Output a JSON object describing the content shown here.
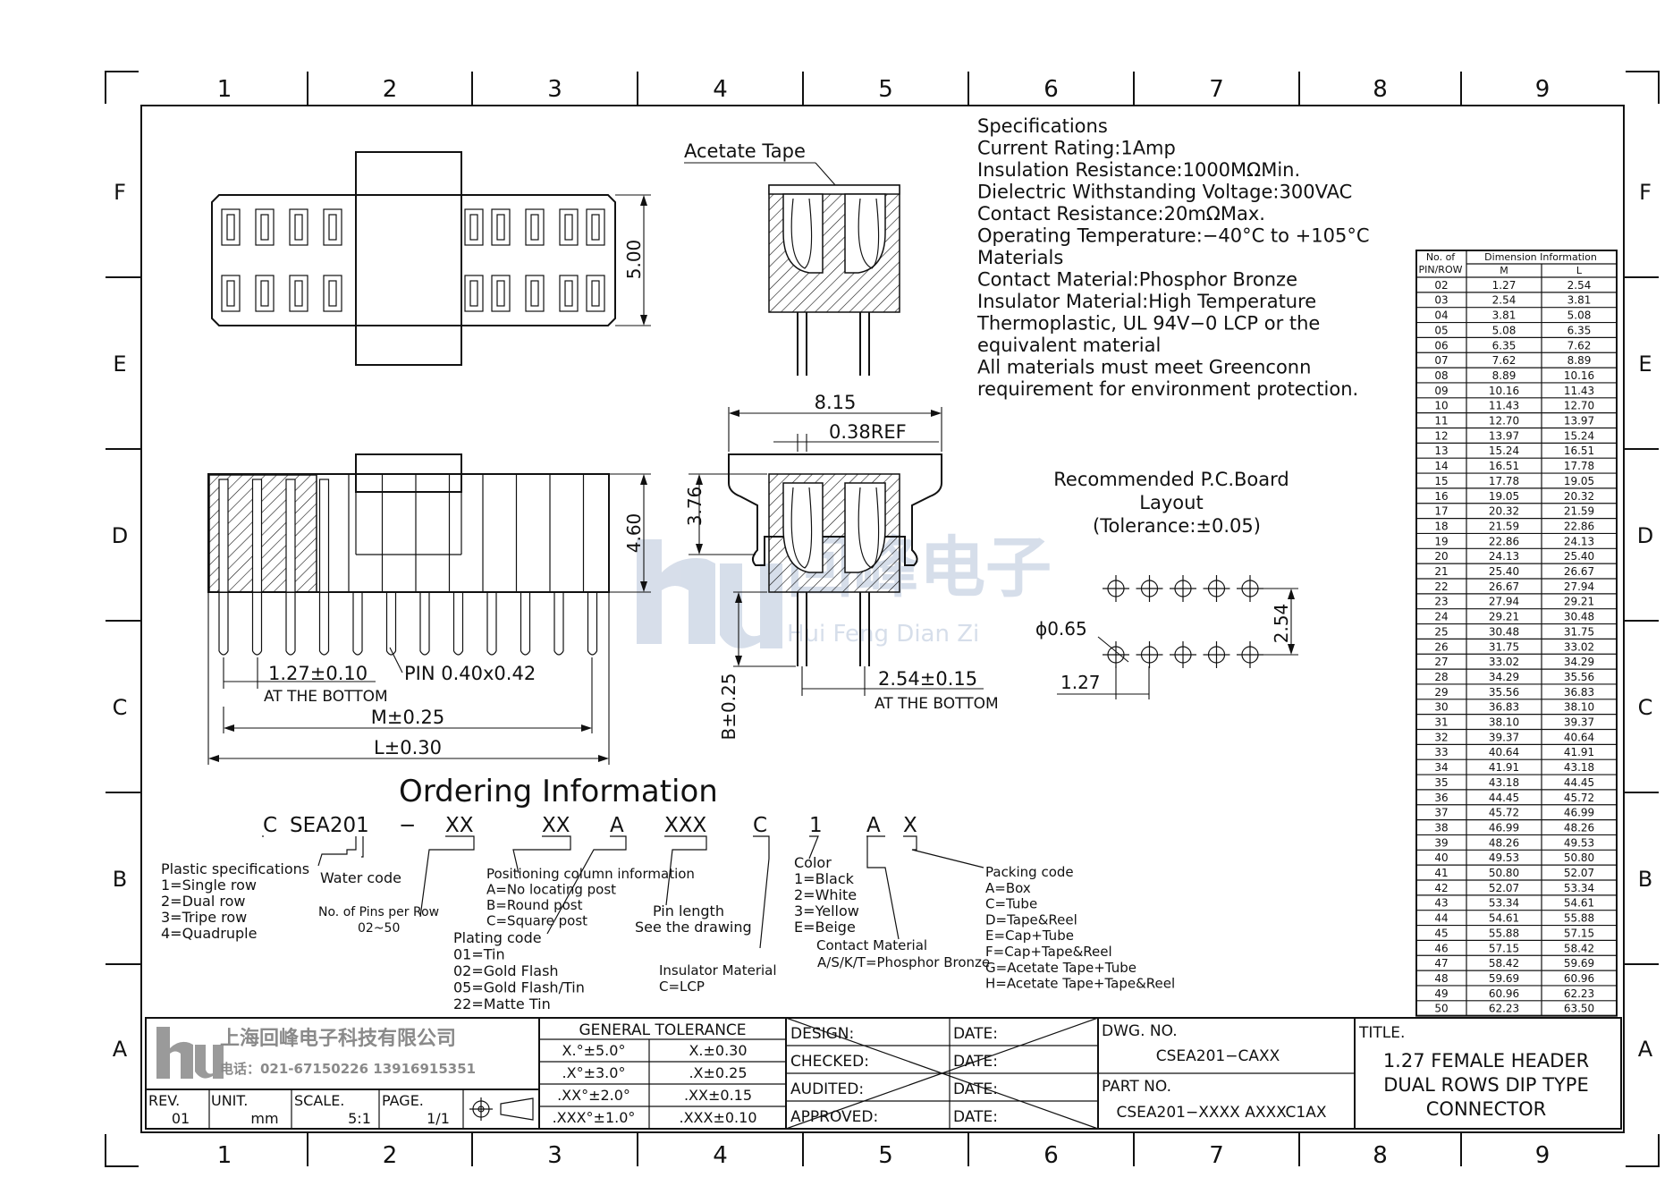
{
  "frame": {
    "columns": [
      "1",
      "2",
      "3",
      "4",
      "5",
      "6",
      "7",
      "8",
      "9"
    ],
    "rows": [
      "F",
      "E",
      "D",
      "C",
      "B",
      "A"
    ]
  },
  "colors": {
    "ink": "#111111",
    "watermark": "#c9d3e3",
    "logo_gray": "#9a9a9a"
  },
  "watermark": {
    "cn": "回峰电子",
    "pinyin": "Hui Feng Dian Zi"
  },
  "labels": {
    "acetate_tape": "Acetate Tape",
    "dim_500": "5.00",
    "dim_460": "4.60",
    "dim_815": "8.15",
    "dim_038": "0.38REF",
    "dim_376": "3.76",
    "dim_b": "B±0.25",
    "dim_254_015": "2.54±0.15",
    "at_bottom_right": "AT THE BOTTOM",
    "dim_127_010": "1.27±0.10",
    "at_bottom_left": "AT THE BOTTOM",
    "pin_size": "PIN 0.40x0.42",
    "dim_m": "M±0.25",
    "dim_l": "L±0.30"
  },
  "specs": [
    "Specifications",
    "Current  Rating:1Amp",
    "Insulation  Resistance:1000MΩMin.",
    "Dielectric  Withstanding  Voltage:300VAC",
    "Contact  Resistance:20mΩMax.",
    "Operating  Temperature:−40°C  to  +105°C",
    "Materials",
    "Contact  Material:Phosphor  Bronze",
    "Insulator  Material:High  Temperature",
    "Thermoplastic,  UL  94V−0  LCP  or  the",
    "equivalent  material",
    "All  materials  must  meet  Greenconn",
    "requirement  for  environment  protection."
  ],
  "pcb": {
    "title1": "Recommended  P.C.Board",
    "title2": "Layout",
    "tolerance": "(Tolerance:±0.05)",
    "hole": "ϕ0.65",
    "pitch_x": "1.27",
    "pitch_y": "2.54"
  },
  "dim_table": {
    "h_col1_a": "No.  of",
    "h_col1_b": "PIN/ROW",
    "h_group": "Dimension  Information",
    "h_m": "M",
    "h_l": "L",
    "rows": [
      [
        "02",
        "1.27",
        "2.54"
      ],
      [
        "03",
        "2.54",
        "3.81"
      ],
      [
        "04",
        "3.81",
        "5.08"
      ],
      [
        "05",
        "5.08",
        "6.35"
      ],
      [
        "06",
        "6.35",
        "7.62"
      ],
      [
        "07",
        "7.62",
        "8.89"
      ],
      [
        "08",
        "8.89",
        "10.16"
      ],
      [
        "09",
        "10.16",
        "11.43"
      ],
      [
        "10",
        "11.43",
        "12.70"
      ],
      [
        "11",
        "12.70",
        "13.97"
      ],
      [
        "12",
        "13.97",
        "15.24"
      ],
      [
        "13",
        "15.24",
        "16.51"
      ],
      [
        "14",
        "16.51",
        "17.78"
      ],
      [
        "15",
        "17.78",
        "19.05"
      ],
      [
        "16",
        "19.05",
        "20.32"
      ],
      [
        "17",
        "20.32",
        "21.59"
      ],
      [
        "18",
        "21.59",
        "22.86"
      ],
      [
        "19",
        "22.86",
        "24.13"
      ],
      [
        "20",
        "24.13",
        "25.40"
      ],
      [
        "21",
        "25.40",
        "26.67"
      ],
      [
        "22",
        "26.67",
        "27.94"
      ],
      [
        "23",
        "27.94",
        "29.21"
      ],
      [
        "24",
        "29.21",
        "30.48"
      ],
      [
        "25",
        "30.48",
        "31.75"
      ],
      [
        "26",
        "31.75",
        "33.02"
      ],
      [
        "27",
        "33.02",
        "34.29"
      ],
      [
        "28",
        "34.29",
        "35.56"
      ],
      [
        "29",
        "35.56",
        "36.83"
      ],
      [
        "30",
        "36.83",
        "38.10"
      ],
      [
        "31",
        "38.10",
        "39.37"
      ],
      [
        "32",
        "39.37",
        "40.64"
      ],
      [
        "33",
        "40.64",
        "41.91"
      ],
      [
        "34",
        "41.91",
        "43.18"
      ],
      [
        "35",
        "43.18",
        "44.45"
      ],
      [
        "36",
        "44.45",
        "45.72"
      ],
      [
        "37",
        "45.72",
        "46.99"
      ],
      [
        "38",
        "46.99",
        "48.26"
      ],
      [
        "39",
        "48.26",
        "49.53"
      ],
      [
        "40",
        "49.53",
        "50.80"
      ],
      [
        "41",
        "50.80",
        "52.07"
      ],
      [
        "42",
        "52.07",
        "53.34"
      ],
      [
        "43",
        "53.34",
        "54.61"
      ],
      [
        "44",
        "54.61",
        "55.88"
      ],
      [
        "45",
        "55.88",
        "57.15"
      ],
      [
        "46",
        "57.15",
        "58.42"
      ],
      [
        "47",
        "58.42",
        "59.69"
      ],
      [
        "48",
        "59.69",
        "60.96"
      ],
      [
        "49",
        "60.96",
        "62.23"
      ],
      [
        "50",
        "62.23",
        "63.50"
      ]
    ]
  },
  "ordering": {
    "title": "Ordering  Information",
    "code_parts": [
      "C",
      "SEA201",
      "−",
      "XX",
      "XX",
      "A",
      "XXX",
      "C",
      "1",
      "A",
      "X"
    ],
    "plastic": [
      "Plastic  specifications",
      "1=Single  row",
      "2=Dual  row",
      "3=Tripe  row",
      "4=Quadruple"
    ],
    "water": "Water  code",
    "pins": [
      "No.  of  Pins  per  Row",
      "02~50"
    ],
    "plating": [
      "Plating  code",
      "01=Tin",
      "02=Gold  Flash",
      "05=Gold  Flash/Tin",
      "22=Matte  Tin"
    ],
    "positioning": [
      "Positioning  column  information",
      "A=No  locating  post",
      "B=Round  post",
      "C=Square  post"
    ],
    "pin_length": [
      "Pin  length",
      "See  the  drawing"
    ],
    "insulator": [
      "Insulator  Material",
      "C=LCP"
    ],
    "color": [
      "Color",
      "1=Black",
      "2=White",
      "3=Yellow",
      "E=Beige"
    ],
    "contact": [
      "Contact  Material",
      "A/S/K/T=Phosphor  Bronze"
    ],
    "packing": [
      "Packing  code",
      "A=Box",
      "C=Tube",
      "D=Tape&Reel",
      "E=Cap+Tube",
      "F=Cap+Tape&Reel",
      "G=Acetate  Tape+Tube",
      "H=Acetate  Tape+Tape&Reel"
    ]
  },
  "title_block": {
    "company_cn": "上海回峰电子科技有限公司",
    "phone": "电话：021-67150226   13916915351",
    "rev_label": "REV.",
    "rev": "01",
    "unit_label": "UNIT.",
    "unit": "mm",
    "scale_label": "SCALE.",
    "scale": "5:1",
    "page_label": "PAGE.",
    "page": "1/1",
    "tol_header": "GENERAL  TOLERANCE",
    "tol": [
      [
        "X.°±5.0°",
        "X.±0.30"
      ],
      [
        ".X°±3.0°",
        ".X±0.25"
      ],
      [
        ".XX°±2.0°",
        ".XX±0.15"
      ],
      [
        ".XXX°±1.0°",
        ".XXX±0.10"
      ]
    ],
    "design": "DESIGN:",
    "checked": "CHECKED:",
    "audited": "AUDITED:",
    "approved": "APPROVED:",
    "date": "DATE:",
    "dwg_label": "DWG.  NO.",
    "dwg": "CSEA201−CAXX",
    "part_label": "PART  NO.",
    "part": "CSEA201−XXXX  AXXXC1AX",
    "title_label": "TITLE.",
    "title": [
      "1.27  FEMALE  HEADER",
      "DUAL  ROWS  DIP  TYPE",
      "CONNECTOR"
    ]
  }
}
